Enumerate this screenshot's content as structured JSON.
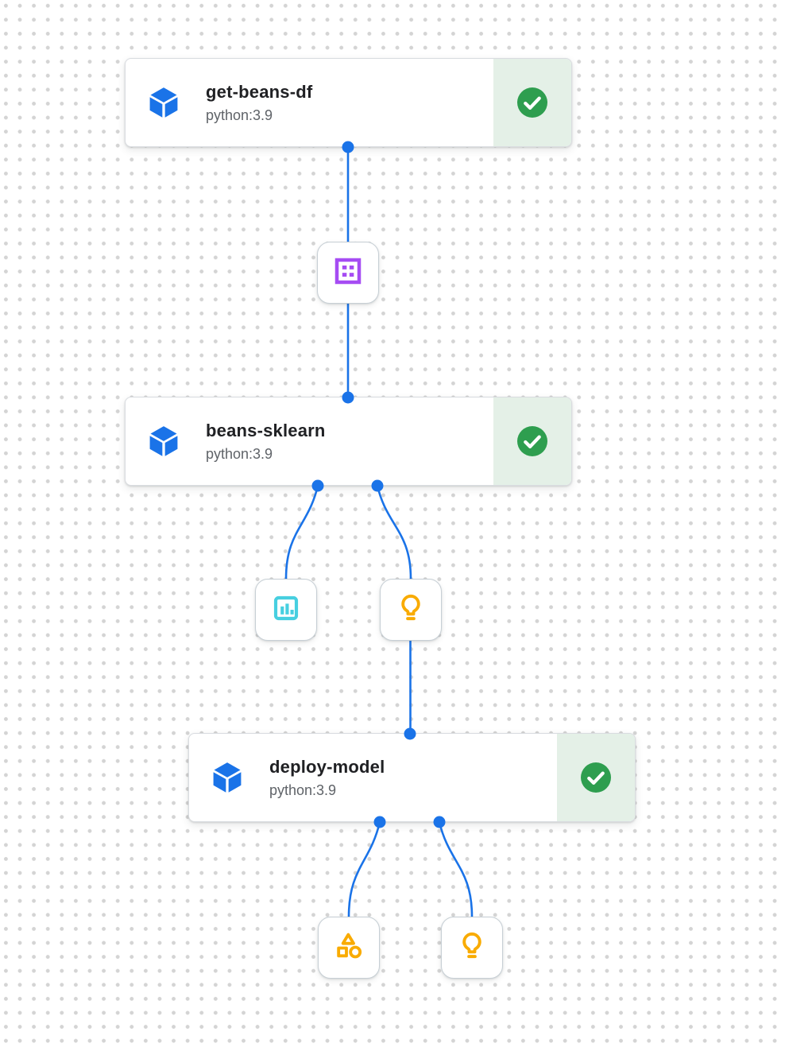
{
  "pipeline": {
    "tasks": [
      {
        "title": "get-beans-df",
        "subtitle": "python:3.9",
        "status": "succeeded"
      },
      {
        "title": "beans-sklearn",
        "subtitle": "python:3.9",
        "status": "succeeded"
      },
      {
        "title": "deploy-model",
        "subtitle": "python:3.9",
        "status": "succeeded"
      }
    ],
    "artifacts": [
      {
        "kind": "dataset"
      },
      {
        "kind": "metrics"
      },
      {
        "kind": "model"
      },
      {
        "kind": "artifact"
      },
      {
        "kind": "model"
      }
    ],
    "edges": [
      {
        "from": "get-beans-df",
        "to": "dataset"
      },
      {
        "from": "dataset",
        "to": "beans-sklearn"
      },
      {
        "from": "beans-sklearn",
        "to": "metrics"
      },
      {
        "from": "beans-sklearn",
        "to": "model"
      },
      {
        "from": "model",
        "to": "deploy-model"
      },
      {
        "from": "deploy-model",
        "to": "artifact"
      },
      {
        "from": "deploy-model",
        "to": "model"
      }
    ],
    "colors": {
      "edge_blue": "#1a73e8",
      "task_icon_blue": "#1a73e8",
      "success_green": "#2e9e4f",
      "success_panel_bg": "#e4f0e7",
      "dataset_purple": "#a64cf3",
      "metrics_cyan": "#47cfe0",
      "model_yellow": "#f9ab00",
      "grid_dot_gray": "#d4d4d4"
    }
  }
}
